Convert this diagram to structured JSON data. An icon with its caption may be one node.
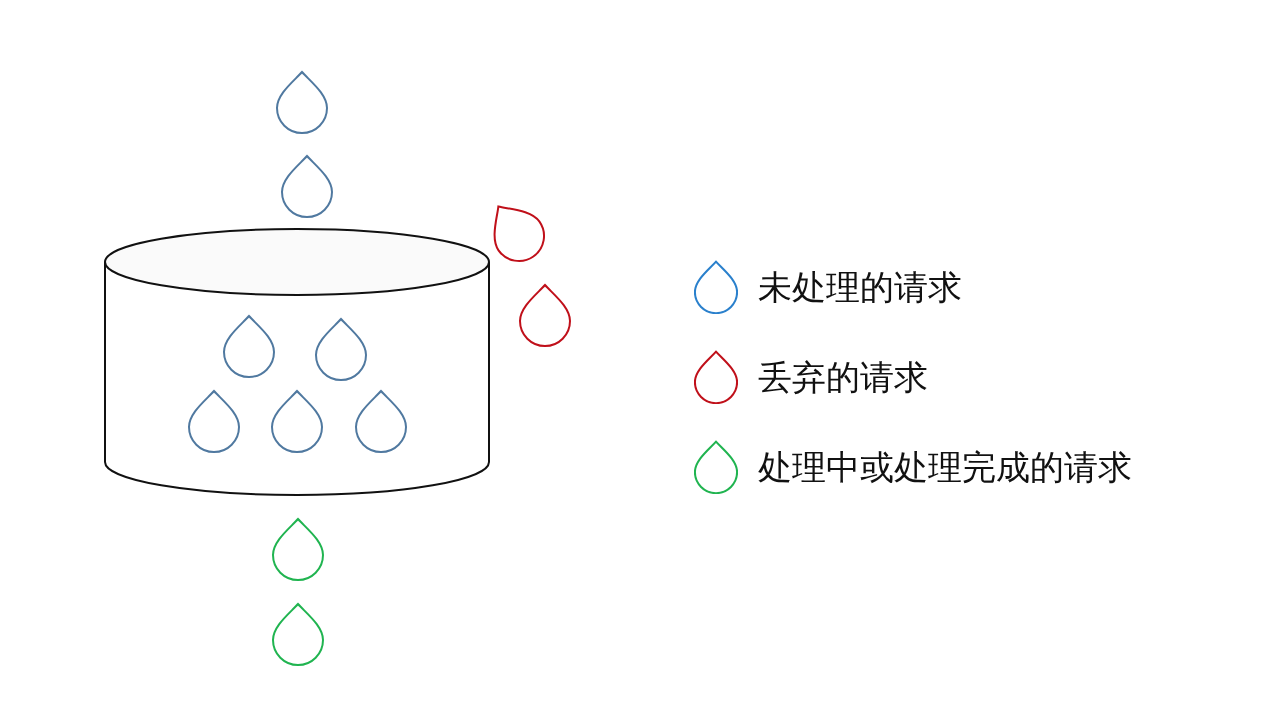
{
  "diagram": {
    "legend": [
      {
        "text": "未处理的请求"
      },
      {
        "text": "丢弃的请求"
      },
      {
        "text": "处理中或处理完成的请求"
      }
    ]
  }
}
